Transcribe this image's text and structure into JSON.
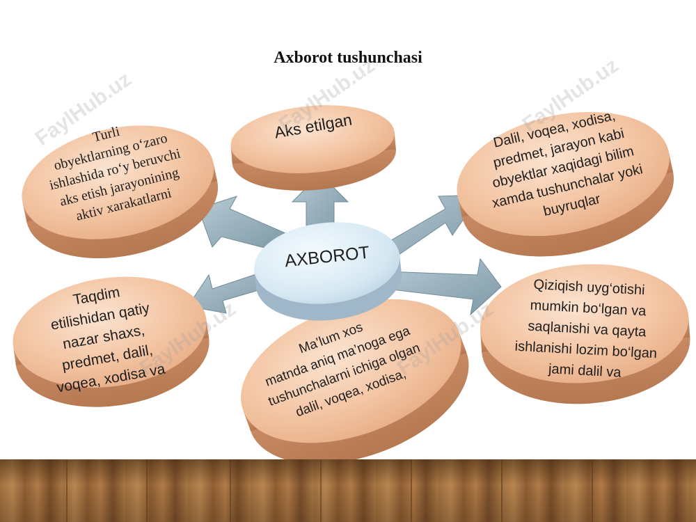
{
  "slide": {
    "title": "Axborot tushunchasi",
    "center": "AXBOROT",
    "nodes": {
      "top": "Aks etilgan",
      "upper_left": "Turli\nobyektlarning o‘zaro\nishlashida ro‘y beruvchi\naks etish jarayonining\naktiv xarakatlarni",
      "upper_right": "Dalil, voqea, xodisa,\npredmet, jarayon kabi\nobyektlar xaqidagi bilim\nxamda tushunchalar yoki\nbuyruqlar",
      "lower_left": "Taqdim\netilishidan qatiy\nnazar shaxs,\npredmet, dalil,\nvoqea, xodisa va",
      "bottom": "Ma’lum xos\nmatnda aniq ma’noga ega\ntushunchalarni ichiga olgan\ndalil, voqea, xodisa,",
      "lower_right": "Qiziqish uyg‘otishi\nmumkin bo‘lgan va\nsaqlanishi va qayta\nishlanishi lozim bo‘lgan\njami dalil va"
    }
  },
  "watermark": "FaylHub.uz",
  "colors": {
    "disk_top": "#f5c9a8",
    "disk_side": "#c98d67",
    "center_top": "#dfeff7",
    "center_side": "#9fb7c8",
    "arrow": "#8faab6",
    "arrow_dark": "#6f8b99"
  }
}
